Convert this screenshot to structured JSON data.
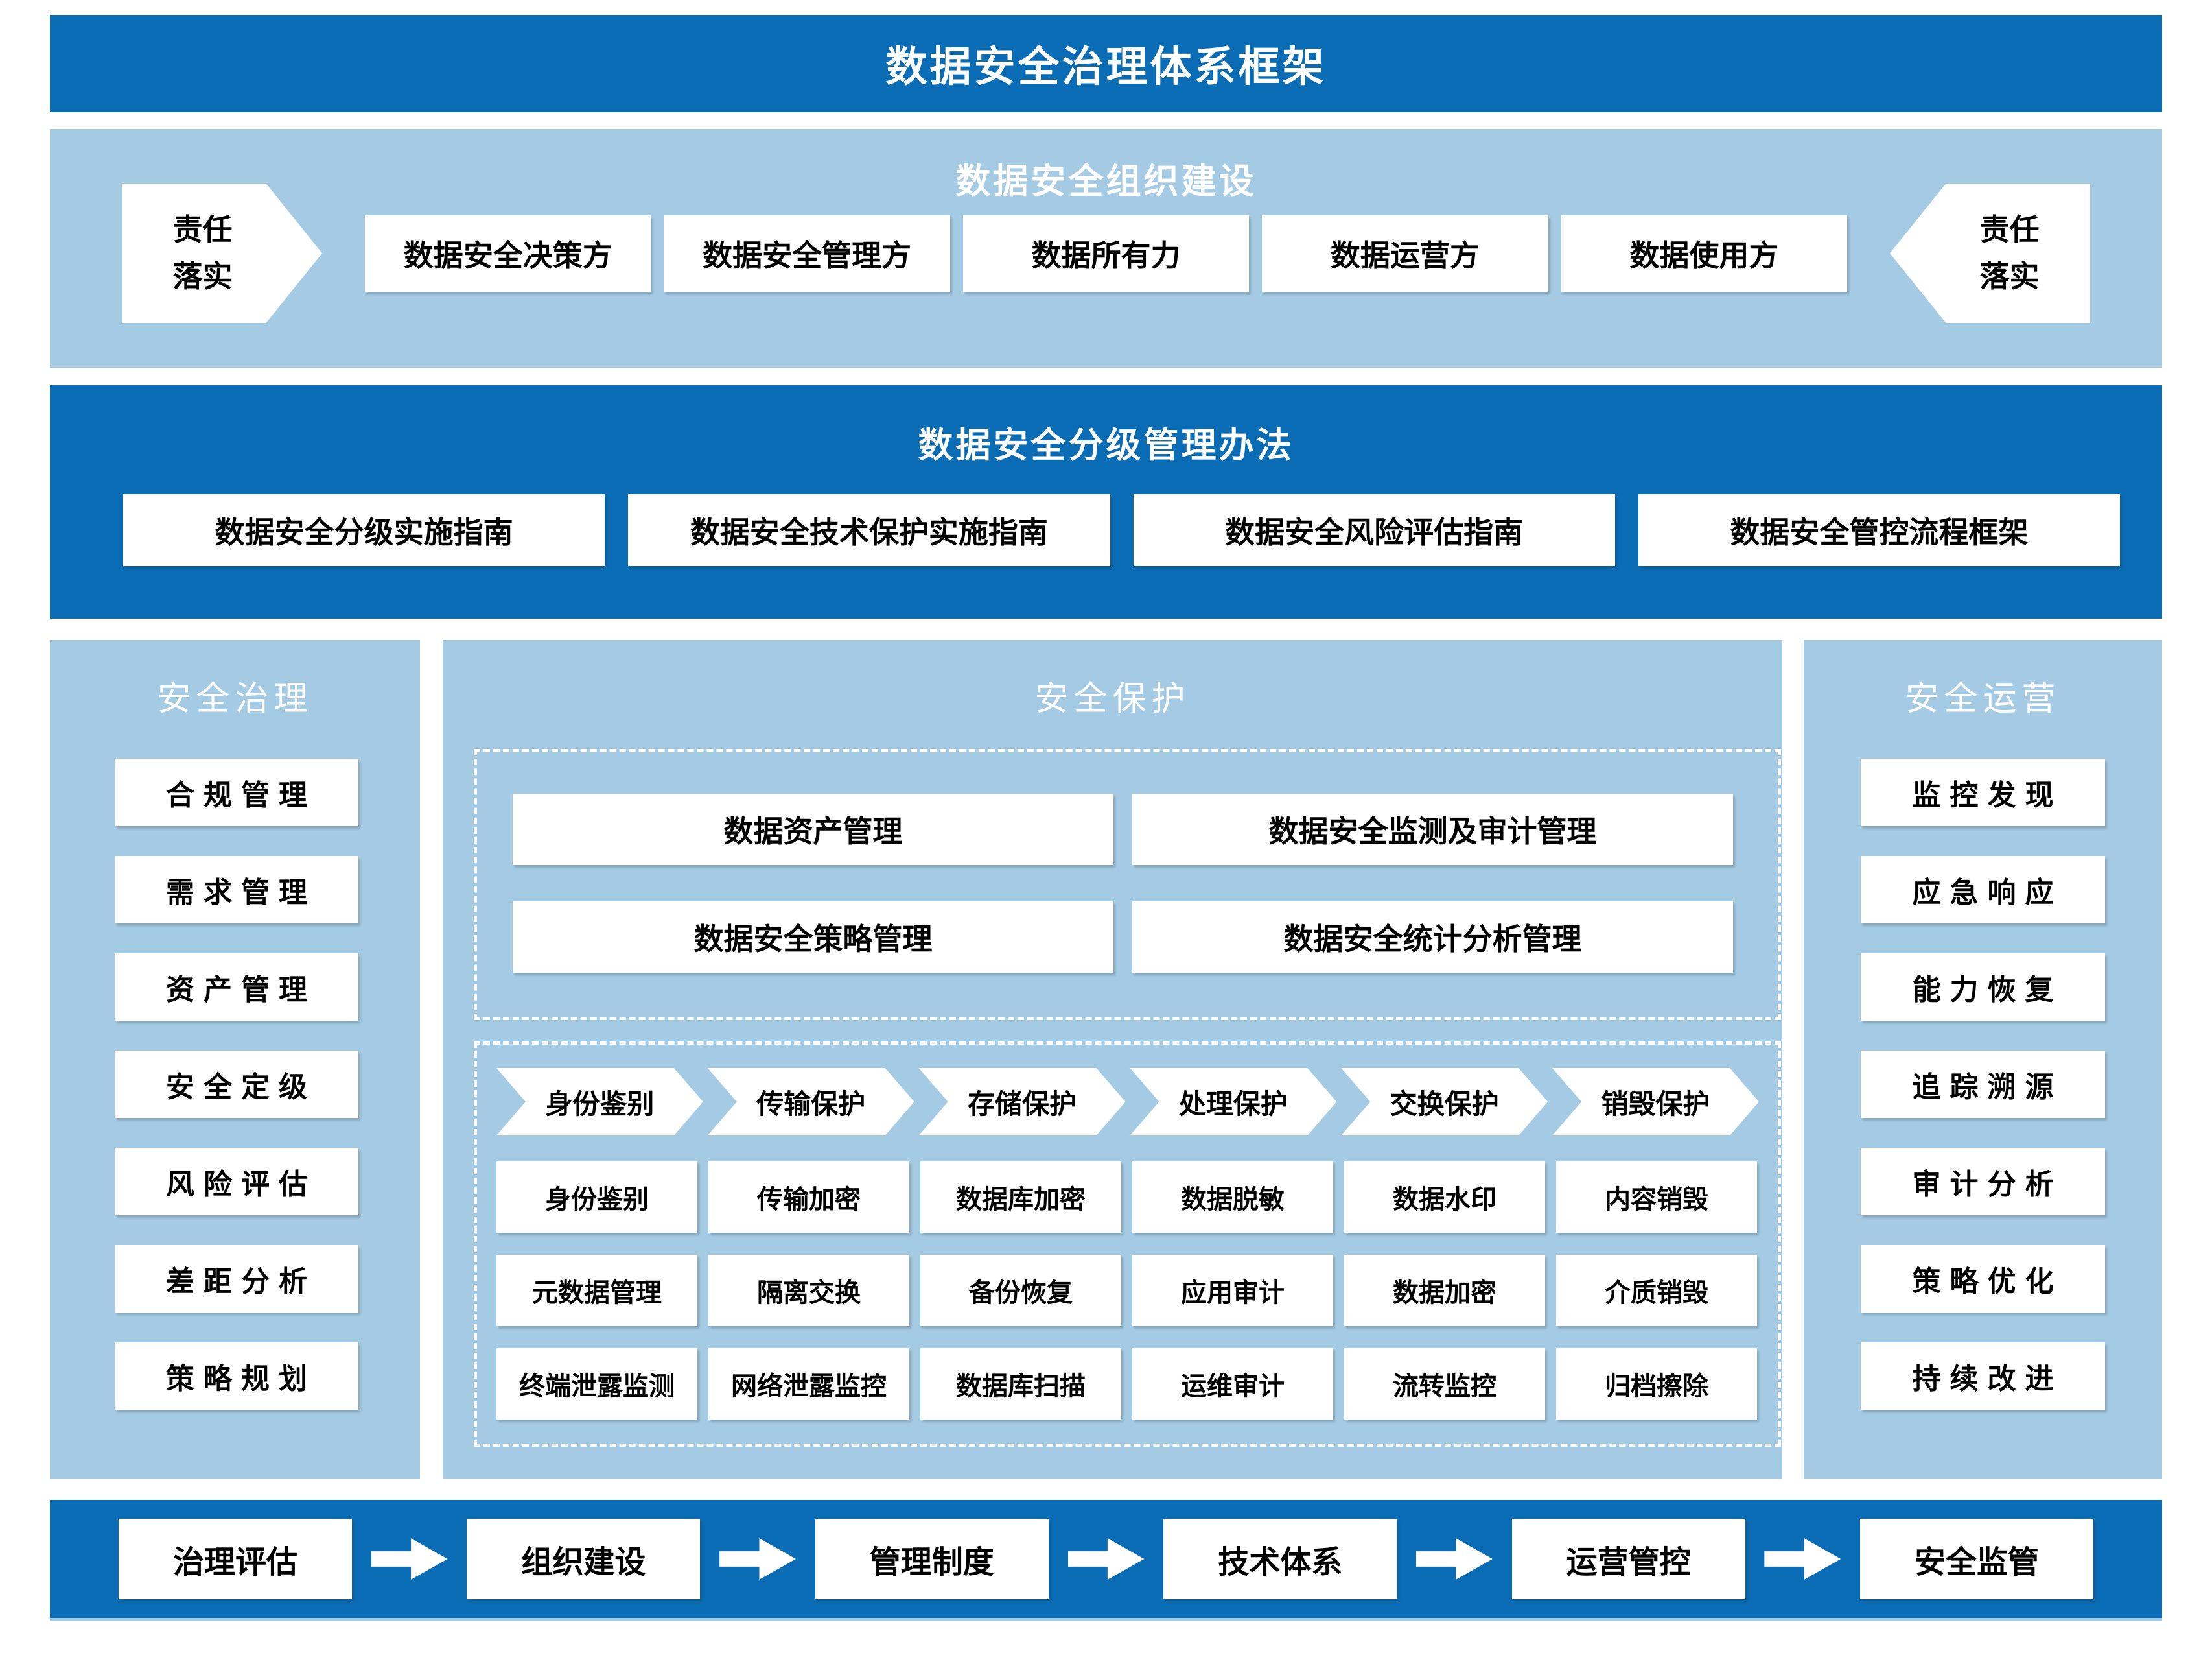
{
  "colors": {
    "dark_blue": "#0a6cb5",
    "light_blue": "#a5cbe4",
    "box_bg": "#ffffff",
    "text": "#000000"
  },
  "header": {
    "title": "数据安全治理体系框架"
  },
  "org": {
    "title": "数据安全组织建设",
    "left_banner": "责任落实",
    "right_banner": "责任落实",
    "roles": [
      "数据安全决策方",
      "数据安全管理方",
      "数据所有力",
      "数据运营方",
      "数据使用方"
    ]
  },
  "grading": {
    "title": "数据安全分级管理办法",
    "docs": [
      "数据安全分级实施指南",
      "数据安全技术保护实施指南",
      "数据安全风险评估指南",
      "数据安全管控流程框架"
    ]
  },
  "governance": {
    "title": "安全治理",
    "items": [
      "合规管理",
      "需求管理",
      "资产管理",
      "安全定级",
      "风险评估",
      "差距分析",
      "策略规划"
    ]
  },
  "protection": {
    "title": "安全保护",
    "management": [
      "数据资产管理",
      "数据安全监测及审计管理",
      "数据安全策略管理",
      "数据安全统计分析管理"
    ],
    "stages": [
      "身份鉴别",
      "传输保护",
      "存储保护",
      "处理保护",
      "交换保护",
      "销毁保护"
    ],
    "capabilities": [
      [
        "身份鉴别",
        "传输加密",
        "数据库加密",
        "数据脱敏",
        "数据水印",
        "内容销毁"
      ],
      [
        "元数据管理",
        "隔离交换",
        "备份恢复",
        "应用审计",
        "数据加密",
        "介质销毁"
      ],
      [
        "终端泄露监测",
        "网络泄露监控",
        "数据库扫描",
        "运维审计",
        "流转监控",
        "归档擦除"
      ]
    ]
  },
  "operation": {
    "title": "安全运营",
    "items": [
      "监控发现",
      "应急响应",
      "能力恢复",
      "追踪溯源",
      "审计分析",
      "策略优化",
      "持续改进"
    ]
  },
  "flow": {
    "steps": [
      "治理评估",
      "组织建设",
      "管理制度",
      "技术体系",
      "运营管控",
      "安全监管"
    ]
  }
}
